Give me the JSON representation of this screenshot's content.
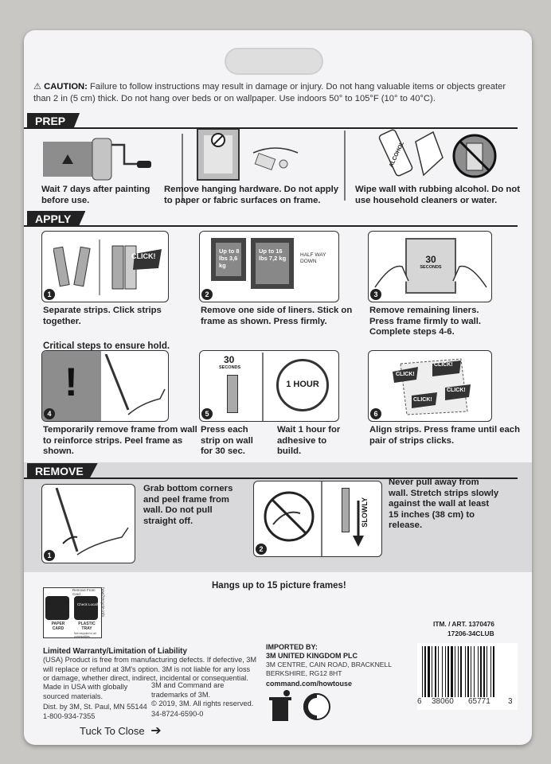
{
  "caution": {
    "label": "CAUTION:",
    "text": "Failure to follow instructions may result in damage or injury. Do not hang valuable items or objects greater than 2 in (5 cm) thick. Do not hang over beds or on wallpaper. Use indoors 50° to 105°F (10° to 40°C)."
  },
  "prep": {
    "title": "PREP",
    "items": [
      {
        "text": "Wait 7 days after painting before use."
      },
      {
        "text": "Remove hanging hardware. Do not apply to paper or fabric surfaces on frame."
      },
      {
        "text": "Wipe wall with rubbing alcohol. Do not use household cleaners or water.",
        "bottle_label": "ALCOHOL"
      }
    ]
  },
  "apply": {
    "title": "APPLY",
    "steps": [
      {
        "num": "1",
        "text": "Separate strips. Click strips together.",
        "badge": "CLICK!"
      },
      {
        "num": "2",
        "text": "Remove one side of liners. Stick on frame as shown. Press firmly.",
        "frame_small": "Up to 8 lbs 3,6 kg",
        "frame_large": "Up to 16 lbs 7,2 kg",
        "halfway": "HALF WAY DOWN"
      },
      {
        "num": "3",
        "text": "Remove remaining liners. Press frame firmly to wall. Complete steps 4-6.",
        "seconds_value": "30",
        "seconds_label": "SECONDS"
      },
      {
        "num": "4",
        "text": "Temporarily remove frame from wall to reinforce strips. Peel frame as shown."
      },
      {
        "num": "5",
        "text_a": "Press each strip on wall for 30 sec.",
        "text_b": "Wait 1 hour for adhesive to build.",
        "seconds_value": "30",
        "seconds_label": "SECONDS",
        "clock_label": "1 HOUR"
      },
      {
        "num": "6",
        "text": "Align strips. Press frame until each pair of strips clicks.",
        "click": "CLICK!"
      }
    ],
    "critical": "Critical steps to ensure hold."
  },
  "remove": {
    "title": "REMOVE",
    "steps": [
      {
        "num": "1",
        "text": "Grab bottom corners and peel frame from wall. Do not pull straight off."
      },
      {
        "num": "2",
        "text": "Never pull away from wall. Stretch strips slowly against the wall at least 15 inches (38 cm) to release.",
        "slowly": "SLOWLY"
      }
    ]
  },
  "hangs": "Hangs up to 15 picture frames!",
  "recycle": {
    "left_label": "PAPER CARD",
    "right_label": "PLASTIC TRAY",
    "top": "Remove From Card",
    "check": "Check Locally",
    "not_recycled": "Not recycled in all communities",
    "url": "how2recycle.info"
  },
  "warranty": {
    "title": "Limited Warranty/Limitation of Liability",
    "body": "(USA) Product is free from manufacturing defects. If defective, 3M will replace or refund at 3M's option. 3M is not liable for any loss or damage, whether direct, indirect, incidental or consequential.",
    "made": "Made in USA with globally sourced materials.",
    "dist": "Dist. by 3M, St. Paul, MN 55144",
    "phone": "1-800-934-7355",
    "trademark": "3M and Command are trademarks of 3M.",
    "copyright": "© 2019, 3M. All rights reserved.",
    "code": "34-8724-6590-0"
  },
  "imported": {
    "title": "IMPORTED BY:",
    "company": "3M UNITED KINGDOM PLC",
    "address1": "3M CENTRE, CAIN ROAD, BRACKNELL",
    "address2": "BERKSHIRE, RG12 8HT",
    "web": "command.com/howtouse"
  },
  "item": {
    "art": "ITM. / ART. 1370476",
    "code": "17206-34CLUB"
  },
  "barcode": {
    "left": "6",
    "middle1": "38060",
    "middle2": "65771",
    "right": "3"
  },
  "tuck": "Tuck To Close"
}
